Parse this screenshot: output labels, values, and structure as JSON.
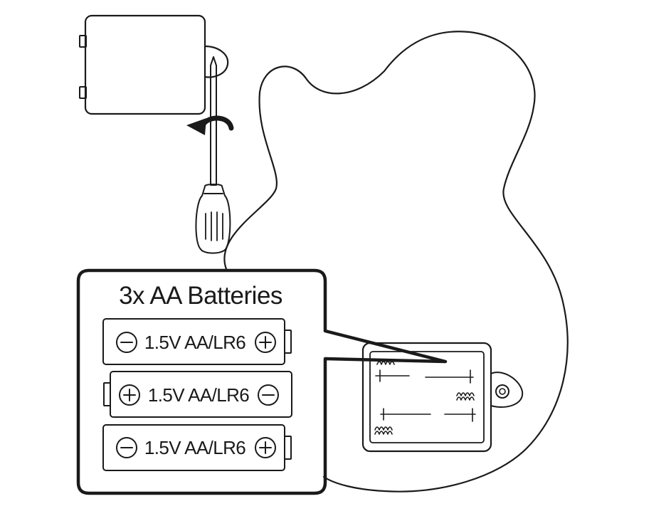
{
  "callout": {
    "title": "3x AA Batteries"
  },
  "batteries": [
    {
      "label": "1.5V AA/LR6",
      "left_terminal": "minus",
      "right_terminal": "plus",
      "nub_side": "right"
    },
    {
      "label": "1.5V AA/LR6",
      "left_terminal": "plus",
      "right_terminal": "minus",
      "nub_side": "left"
    },
    {
      "label": "1.5V AA/LR6",
      "left_terminal": "minus",
      "right_terminal": "plus",
      "nub_side": "right"
    }
  ],
  "icons": {
    "cover": "battery-cover-icon",
    "screwdriver": "screwdriver-icon",
    "rotate_arrow": "counterclockwise-arrow-icon",
    "guitar_body": "guitar-body-icon",
    "compartment": "battery-compartment-icon"
  },
  "colors": {
    "ink": "#1a1a1a",
    "background": "#ffffff"
  }
}
